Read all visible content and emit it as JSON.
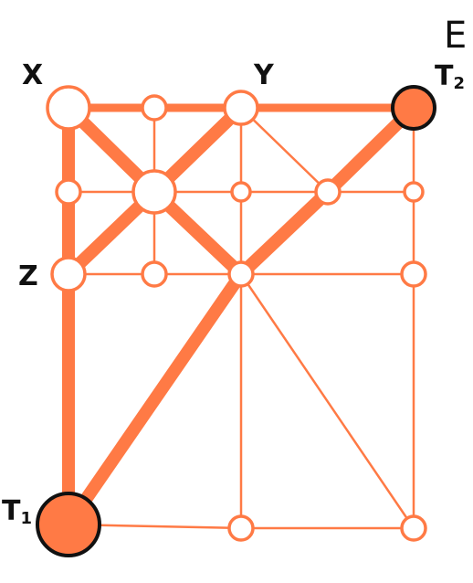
{
  "panel_letter": "E",
  "colors": {
    "edge": "#ff7a45",
    "node_fill": "#ffffff",
    "terminal_fill": "#ff7a45",
    "terminal_stroke": "#111111",
    "text": "#111111"
  },
  "labels": {
    "x": "X",
    "y": "Y",
    "z": "Z",
    "t1": {
      "main": "T",
      "sub": "1"
    },
    "t2": {
      "main": "T",
      "sub": "2"
    }
  },
  "graph": {
    "nodes": [
      {
        "id": "X",
        "type": "hub",
        "size": "large",
        "label": "X"
      },
      {
        "id": "n1",
        "type": "junction",
        "size": "small"
      },
      {
        "id": "Y",
        "type": "hub",
        "size": "medium",
        "label": "Y"
      },
      {
        "id": "T2",
        "type": "terminal",
        "size": "medium",
        "label": "T2"
      },
      {
        "id": "n2",
        "type": "junction",
        "size": "small"
      },
      {
        "id": "C",
        "type": "hub",
        "size": "large"
      },
      {
        "id": "n3",
        "type": "junction",
        "size": "tiny"
      },
      {
        "id": "n4",
        "type": "junction",
        "size": "small"
      },
      {
        "id": "n5",
        "type": "junction",
        "size": "tiny"
      },
      {
        "id": "Z",
        "type": "hub",
        "size": "medium",
        "label": "Z"
      },
      {
        "id": "n6",
        "type": "junction",
        "size": "small"
      },
      {
        "id": "n7",
        "type": "junction",
        "size": "small"
      },
      {
        "id": "n8",
        "type": "junction",
        "size": "small"
      },
      {
        "id": "T1",
        "type": "terminal",
        "size": "large",
        "label": "T1"
      },
      {
        "id": "n9",
        "type": "junction",
        "size": "small"
      },
      {
        "id": "n10",
        "type": "junction",
        "size": "small"
      }
    ],
    "edges": [
      {
        "from": "X",
        "to": "Y",
        "weight": "medium"
      },
      {
        "from": "Y",
        "to": "T2",
        "weight": "medium"
      },
      {
        "from": "X",
        "to": "Z",
        "weight": "heavy"
      },
      {
        "from": "Z",
        "to": "T1",
        "weight": "heavy"
      },
      {
        "from": "X",
        "to": "C",
        "weight": "heavy"
      },
      {
        "from": "C",
        "to": "n7",
        "weight": "heavy"
      },
      {
        "from": "Y",
        "to": "C",
        "weight": "heavy"
      },
      {
        "from": "C",
        "to": "Z",
        "weight": "heavy"
      },
      {
        "from": "T2",
        "to": "n4",
        "weight": "heavy"
      },
      {
        "from": "n4",
        "to": "n7",
        "weight": "heavy"
      },
      {
        "from": "n7",
        "to": "T1",
        "weight": "heavy"
      },
      {
        "from": "n1",
        "to": "C",
        "weight": "thin"
      },
      {
        "from": "C",
        "to": "n6",
        "weight": "thin"
      },
      {
        "from": "n2",
        "to": "C",
        "weight": "thin"
      },
      {
        "from": "C",
        "to": "n3",
        "weight": "thin"
      },
      {
        "from": "n3",
        "to": "n4",
        "weight": "thin"
      },
      {
        "from": "n4",
        "to": "n5",
        "weight": "thin"
      },
      {
        "from": "Y",
        "to": "n3",
        "weight": "thin"
      },
      {
        "from": "n3",
        "to": "n7",
        "weight": "thin"
      },
      {
        "from": "n7",
        "to": "n9",
        "weight": "thin"
      },
      {
        "from": "Y",
        "to": "n4",
        "weight": "thin"
      },
      {
        "from": "T2",
        "to": "n5",
        "weight": "thin"
      },
      {
        "from": "n5",
        "to": "n8",
        "weight": "thin"
      },
      {
        "from": "n8",
        "to": "n10",
        "weight": "thin"
      },
      {
        "from": "Z",
        "to": "n6",
        "weight": "thin"
      },
      {
        "from": "n6",
        "to": "n7",
        "weight": "thin"
      },
      {
        "from": "n7",
        "to": "n8",
        "weight": "thin"
      },
      {
        "from": "n7",
        "to": "n10",
        "weight": "thin"
      },
      {
        "from": "T1",
        "to": "n9",
        "weight": "thin"
      },
      {
        "from": "n9",
        "to": "n10",
        "weight": "thin"
      }
    ]
  }
}
